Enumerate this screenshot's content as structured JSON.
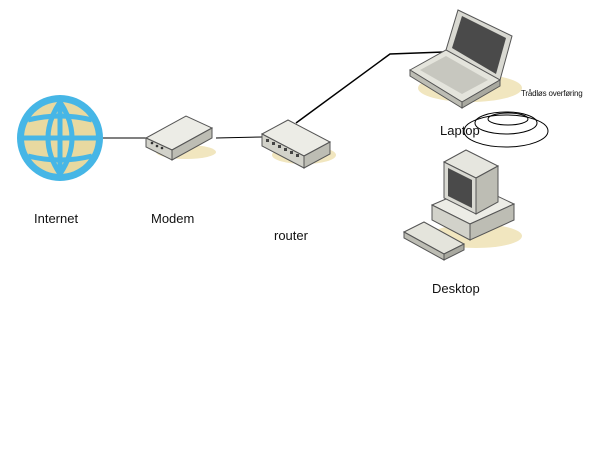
{
  "nodes": {
    "internet": {
      "label": "Internet"
    },
    "modem": {
      "label": "Modem"
    },
    "router": {
      "label": "router"
    },
    "laptop": {
      "label": "Laptop"
    },
    "desktop": {
      "label": "Desktop"
    }
  },
  "wireless": {
    "label": "Trådløs overføring"
  },
  "colors": {
    "globe_blue": "#46b6e6",
    "globe_land": "#e8d9a0",
    "device_gray": "#d9d9d2",
    "device_dark": "#5a5a5a",
    "screen_dark": "#4a4a4a",
    "shadow": "#f1e6bf",
    "line": "#000000"
  },
  "icons": [
    "globe-icon",
    "modem-icon",
    "router-icon",
    "laptop-icon",
    "desktop-icon",
    "wireless-signal-icon"
  ]
}
